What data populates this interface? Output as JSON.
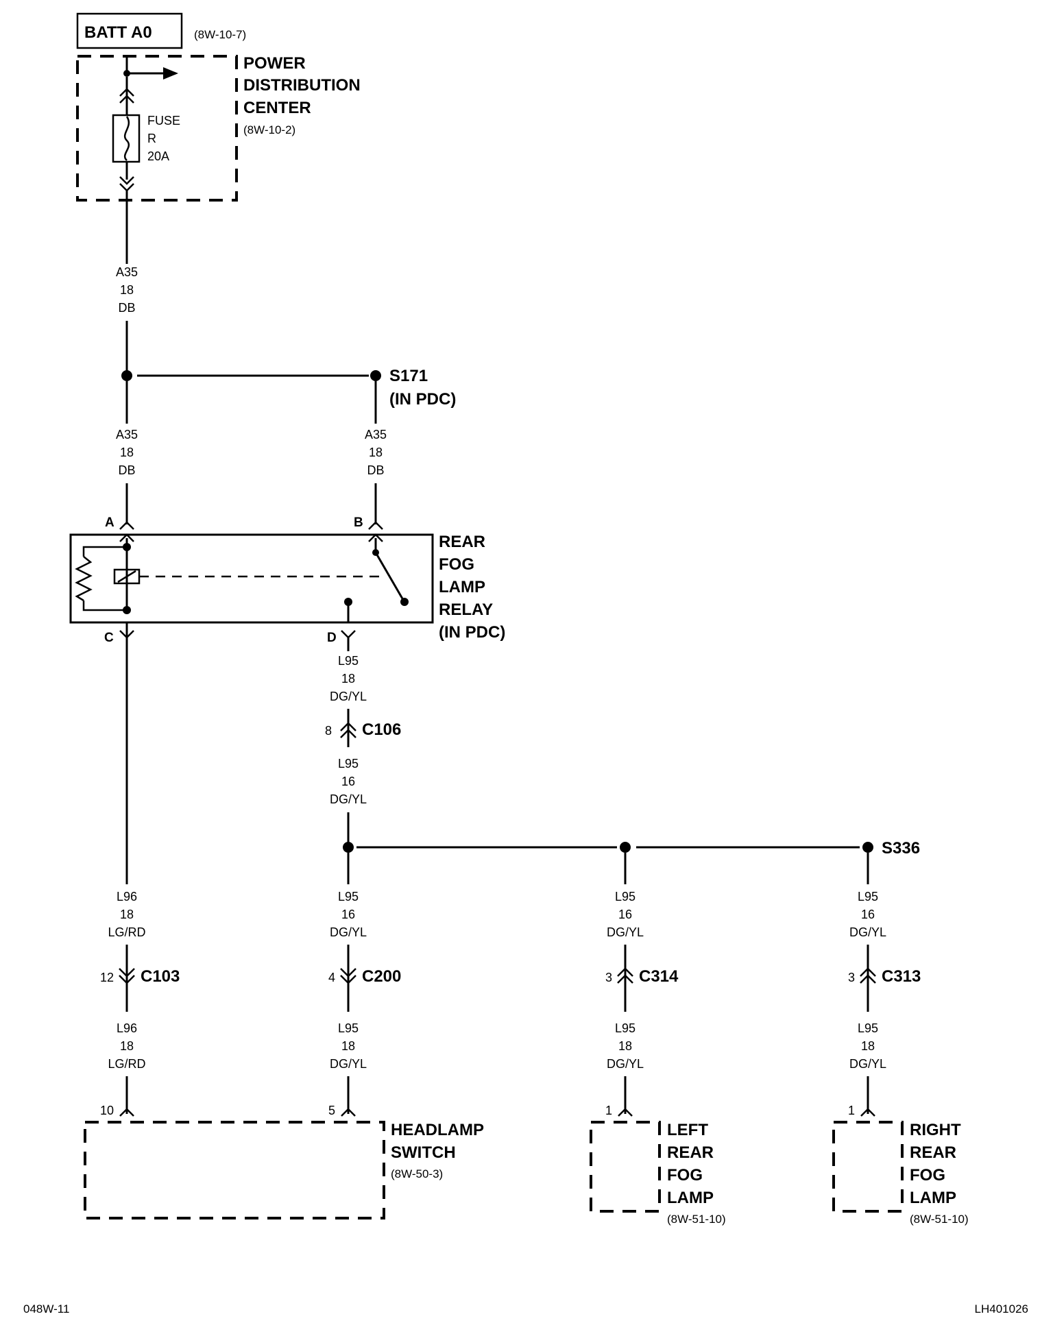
{
  "batt": {
    "label": "BATT A0",
    "ref": "(8W-10-7)"
  },
  "pdc": {
    "line1": "POWER",
    "line2": "DISTRIBUTION",
    "line3": "CENTER",
    "ref": "(8W-10-2)"
  },
  "fuse": {
    "line1": "FUSE",
    "line2": "R",
    "line3": "20A"
  },
  "wires": {
    "a35_top": [
      "A35",
      "18",
      "DB"
    ],
    "a35_left": [
      "A35",
      "18",
      "DB"
    ],
    "a35_right": [
      "A35",
      "18",
      "DB"
    ],
    "l95_relay": [
      "L95",
      "18",
      "DG/YL"
    ],
    "l95_c106": [
      "L95",
      "16",
      "DG/YL"
    ],
    "l96_upper": [
      "L96",
      "18",
      "LG/RD"
    ],
    "l95_mid_upper": [
      "L95",
      "16",
      "DG/YL"
    ],
    "l95_left_fog_upper": [
      "L95",
      "16",
      "DG/YL"
    ],
    "l95_right_fog_upper": [
      "L95",
      "16",
      "DG/YL"
    ],
    "l96_lower": [
      "L96",
      "18",
      "LG/RD"
    ],
    "l95_mid_lower": [
      "L95",
      "18",
      "DG/YL"
    ],
    "l95_left_fog_lower": [
      "L95",
      "18",
      "DG/YL"
    ],
    "l95_right_fog_lower": [
      "L95",
      "18",
      "DG/YL"
    ]
  },
  "splices": {
    "s171": "S171",
    "s171_sub": "(IN PDC)",
    "s336": "S336"
  },
  "relay": {
    "lines": [
      "REAR",
      "FOG",
      "LAMP",
      "RELAY",
      "(IN PDC)"
    ],
    "pin_a": "A",
    "pin_b": "B",
    "pin_c": "C",
    "pin_d": "D"
  },
  "connectors": {
    "c106": {
      "name": "C106",
      "pin": "8"
    },
    "c103": {
      "name": "C103",
      "pin": "12"
    },
    "c200": {
      "name": "C200",
      "pin": "4"
    },
    "c314": {
      "name": "C314",
      "pin": "3"
    },
    "c313": {
      "name": "C313",
      "pin": "3"
    }
  },
  "headlamp_switch": {
    "line1": "HEADLAMP",
    "line2": "SWITCH",
    "ref": "(8W-50-3)",
    "pin_left": "10",
    "pin_right": "5"
  },
  "left_fog": {
    "lines": [
      "LEFT",
      "REAR",
      "FOG",
      "LAMP"
    ],
    "ref": "(8W-51-10)",
    "pin": "1"
  },
  "right_fog": {
    "lines": [
      "RIGHT",
      "REAR",
      "FOG",
      "LAMP"
    ],
    "ref": "(8W-51-10)",
    "pin": "1"
  },
  "footer": {
    "left": "048W-11",
    "right": "LH401026"
  }
}
